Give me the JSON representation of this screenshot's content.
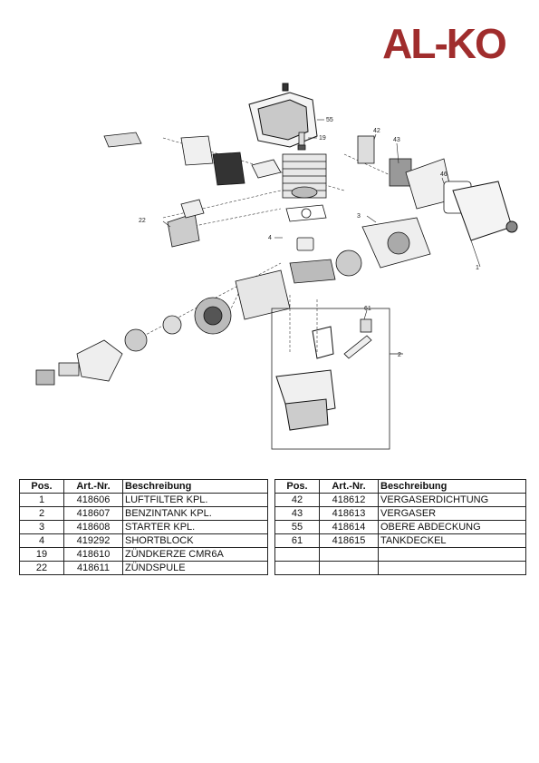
{
  "brand": {
    "logo_text": "AL-KO",
    "color": "#a02d2d"
  },
  "diagram": {
    "callouts": [
      "55",
      "19",
      "42",
      "43",
      "46",
      "22",
      "4",
      "3",
      "1",
      "61",
      "2"
    ]
  },
  "table": {
    "headers": {
      "pos": "Pos.",
      "art": "Art.-Nr.",
      "desc": "Beschreibung"
    },
    "left_rows": [
      {
        "pos": "1",
        "art": "418606",
        "desc": "LUFTFILTER KPL."
      },
      {
        "pos": "2",
        "art": "418607",
        "desc": "BENZINTANK KPL."
      },
      {
        "pos": "3",
        "art": "418608",
        "desc": "STARTER KPL."
      },
      {
        "pos": "4",
        "art": "419292",
        "desc": "SHORTBLOCK"
      },
      {
        "pos": "19",
        "art": "418610",
        "desc": "ZÜNDKERZE CMR6A"
      },
      {
        "pos": "22",
        "art": "418611",
        "desc": "ZÜNDSPULE"
      }
    ],
    "right_rows": [
      {
        "pos": "42",
        "art": "418612",
        "desc": "VERGASERDICHTUNG"
      },
      {
        "pos": "43",
        "art": "418613",
        "desc": "VERGASER"
      },
      {
        "pos": "55",
        "art": "418614",
        "desc": "OBERE ABDECKUNG"
      },
      {
        "pos": "61",
        "art": "418615",
        "desc": "TANKDECKEL"
      },
      {
        "pos": "",
        "art": "",
        "desc": ""
      },
      {
        "pos": "",
        "art": "",
        "desc": ""
      }
    ]
  }
}
